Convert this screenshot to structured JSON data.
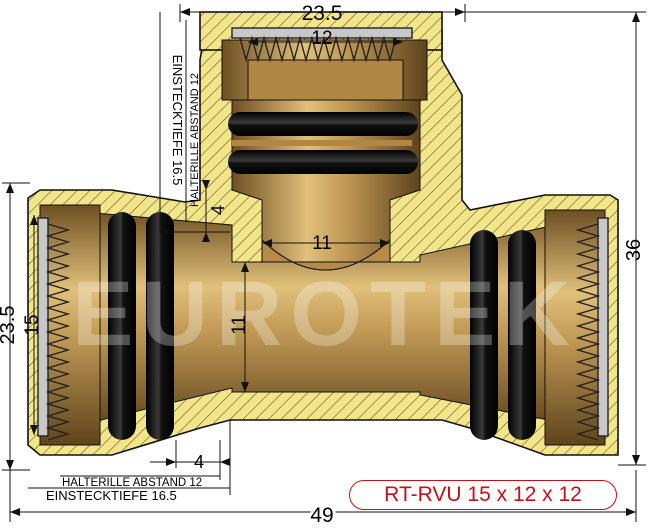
{
  "title": "RT-RVU 15 x 12 x 12",
  "watermark": "EUROTEK",
  "dimensions": {
    "top_outer": "23.5",
    "top_bore": "12",
    "center_bore_h": "11",
    "center_bore_v": "11",
    "left_outer": "23.5",
    "left_bore": "15",
    "right_height": "36",
    "total_width": "49",
    "gap_h": "4",
    "gap_v": "4"
  },
  "labels": {
    "einstecktiefe_bottom": "EINSTECKTIEFE 16.5",
    "halterille_bottom": "HALTERILLE ABSTAND 12",
    "einstecktiefe_vertical": "EINSTECKTIEFE 16.5",
    "halterille_vertical": "HALTERILLE ABSTAND 12"
  },
  "colors": {
    "brass": "#c9a561",
    "brass_dark": "#7a5a28",
    "hatch": "#f3e68a",
    "title_red": "#c2111a"
  }
}
